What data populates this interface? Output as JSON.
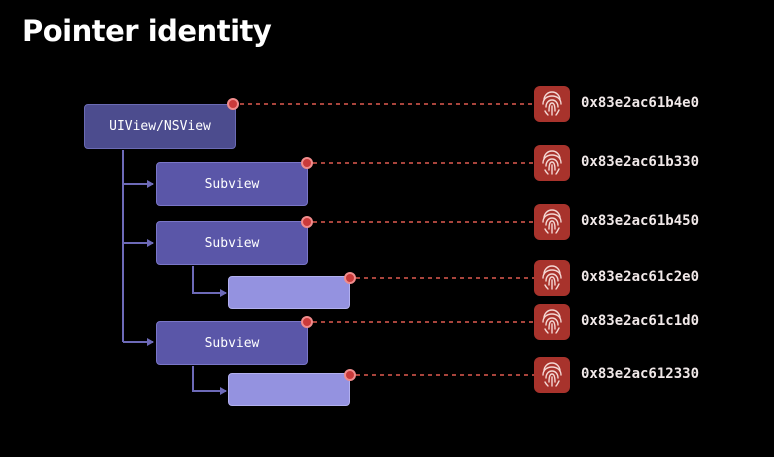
{
  "title": "Pointer identity",
  "nodes": {
    "root": "UIView/NSView",
    "subview_1": "Subview",
    "subview_2": "Subview",
    "subview_3": "Subview"
  },
  "addresses": [
    "0x83e2ac61b4e0",
    "0x83e2ac61b330",
    "0x83e2ac61b450",
    "0x83e2ac61c2e0",
    "0x83e2ac61c1d0",
    "0x83e2ac612330"
  ],
  "icons": {
    "identity": "fingerprint-icon"
  },
  "colors": {
    "background": "#000000",
    "root_node": "#4c4c8e",
    "subview_node": "#5a56a8",
    "leaf_node": "#9492e0",
    "connector": "#6d6ab8",
    "pointer_dot": "#c93a3a",
    "dashed_line": "#a8443c",
    "fingerprint_badge": "#a8332c"
  }
}
